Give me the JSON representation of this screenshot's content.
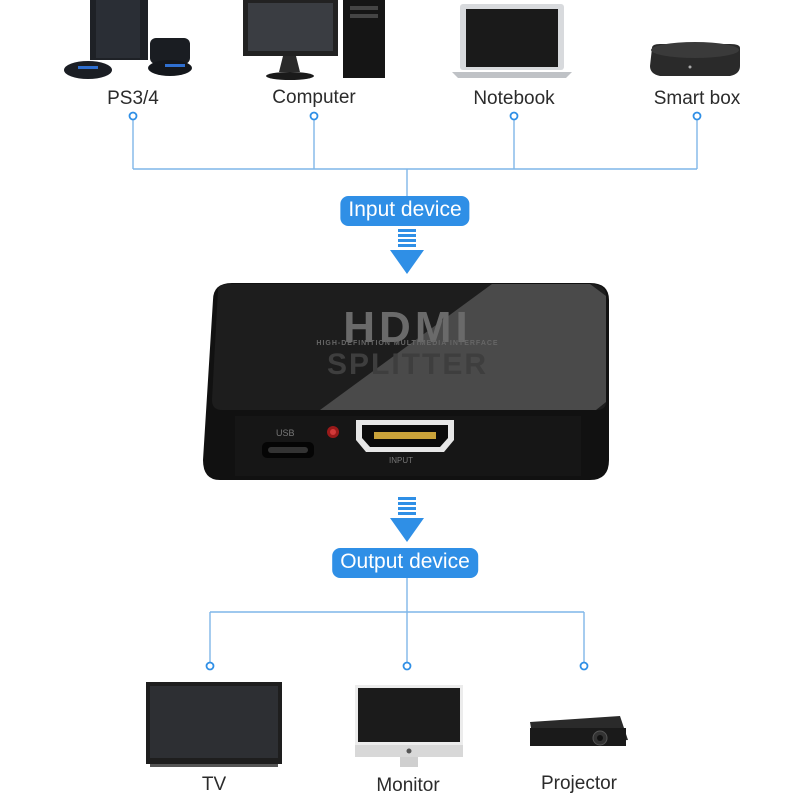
{
  "inputs": [
    {
      "label": "PS3/4",
      "icon": "game-console-icon"
    },
    {
      "label": "Computer",
      "icon": "desktop-computer-icon"
    },
    {
      "label": "Notebook",
      "icon": "laptop-icon"
    },
    {
      "label": "Smart box",
      "icon": "tv-box-icon"
    }
  ],
  "input_label": "Input device",
  "output_label": "Output device",
  "outputs": [
    {
      "label": "TV",
      "icon": "tv-icon"
    },
    {
      "label": "Monitor",
      "icon": "monitor-icon"
    },
    {
      "label": "Projector",
      "icon": "projector-icon"
    }
  ],
  "device": {
    "logo": "HDMI",
    "logo_subtitle": "HIGH-DEFINITION MULTIMEDIA INTERFACE",
    "name": "SPLITTER",
    "usb_port": "USB",
    "input_port": "INPUT"
  },
  "colors": {
    "accent": "#2f8fe6",
    "line": "#7fb6e8",
    "device_body": "#1c1c1c"
  }
}
